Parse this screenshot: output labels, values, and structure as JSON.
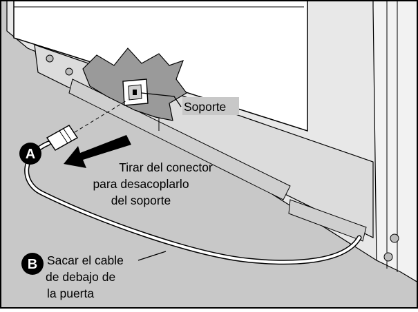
{
  "callouts": {
    "soporte": "Soporte",
    "a": {
      "marker": "A",
      "lines": [
        "Tirar del conector",
        "para desacoplarlo",
        "del soporte"
      ]
    },
    "b": {
      "marker": "B",
      "lines": [
        "Sacar el cable",
        "de debajo de",
        "la puerta"
      ]
    }
  },
  "colors": {
    "background": "#c8c8c8",
    "door_panel": "#ffffff",
    "cabinet_face": "#e6e6e6",
    "floor": "#c8c8c8",
    "line": "#000000"
  }
}
